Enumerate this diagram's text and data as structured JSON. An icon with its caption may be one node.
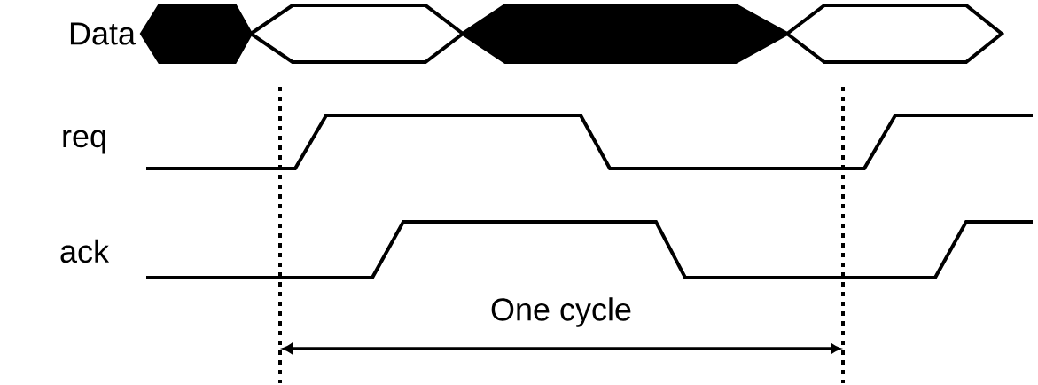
{
  "diagram": {
    "labels": [
      "Data",
      "req",
      "ack",
      "One cycle"
    ]
  }
}
